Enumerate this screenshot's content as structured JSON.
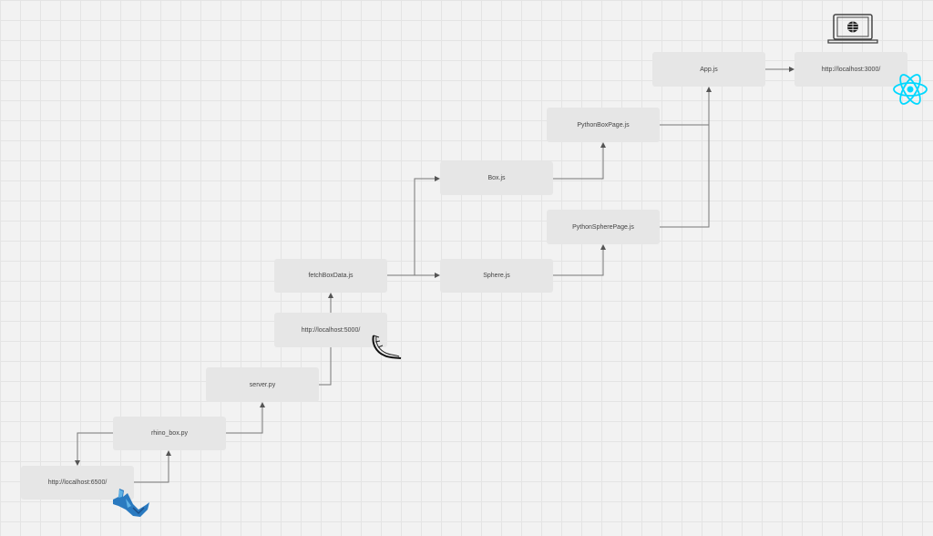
{
  "nodes": {
    "localhost_6500": "http://localhost:6500/",
    "rhino_box": "rhino_box.py",
    "server": "server.py",
    "localhost_5000": "http://localhost:5000/",
    "fetch_box_data": "fetchBoxData.js",
    "box": "Box.js",
    "sphere": "Sphere.js",
    "python_box_page": "PythonBoxPage.js",
    "python_sphere_page": "PythonSpherePage.js",
    "app": "App.js",
    "localhost_3000": "http://localhost:3000/"
  },
  "colors": {
    "react": "#00d8ff",
    "rhino": "#2a7ac0",
    "node_fill": "#e6e6e6",
    "wire": "#666666"
  }
}
